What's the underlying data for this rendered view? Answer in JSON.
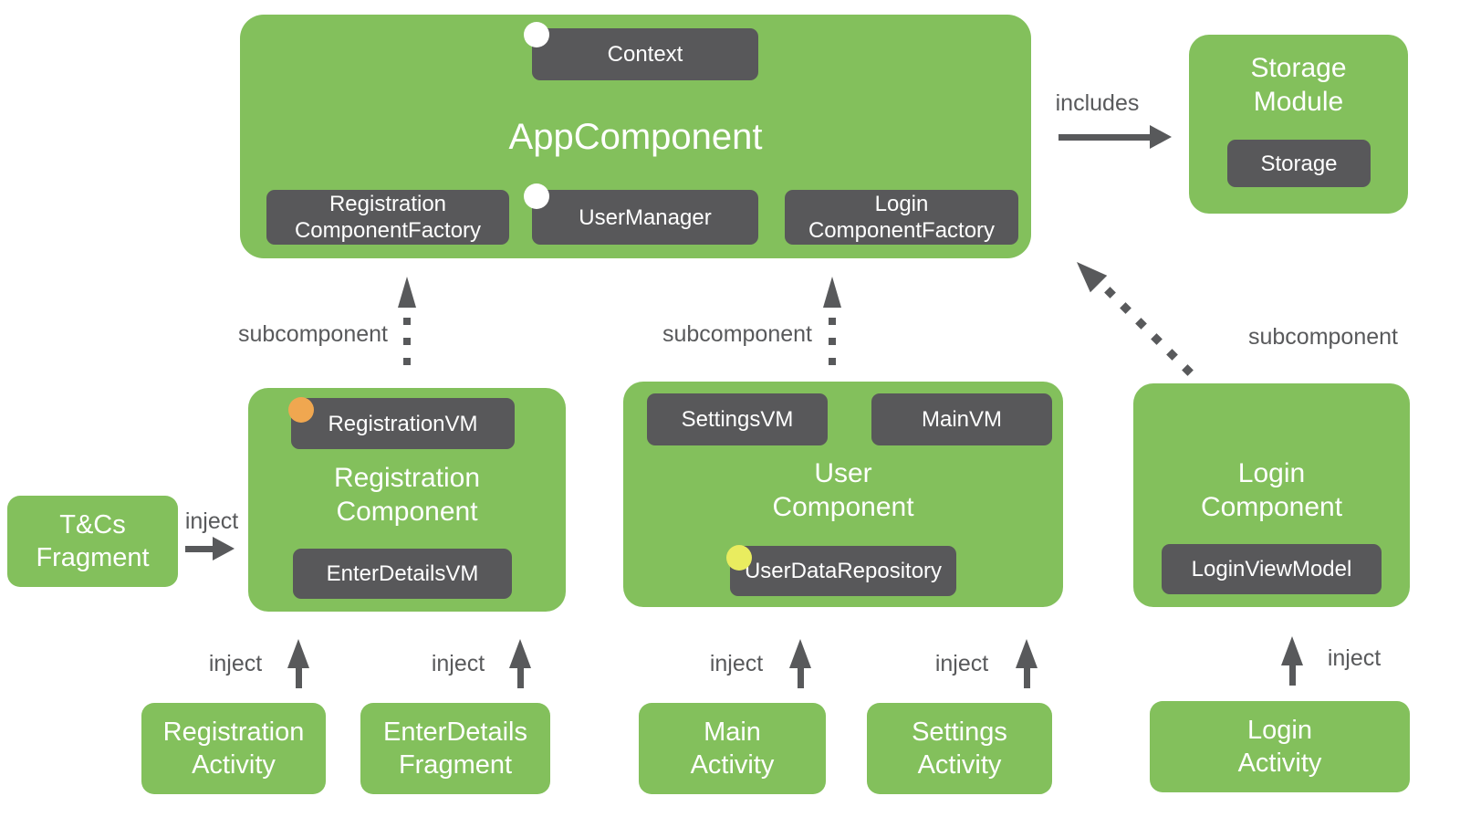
{
  "diagram": {
    "app_component": {
      "title": "AppComponent",
      "context": "Context",
      "registration_factory": "Registration\nComponentFactory",
      "user_manager": "UserManager",
      "login_factory": "Login\nComponentFactory"
    },
    "storage_module": {
      "title": "Storage\nModule",
      "storage": "Storage"
    },
    "registration_component": {
      "title": "Registration\nComponent",
      "registration_vm": "RegistrationVM",
      "enter_details_vm": "EnterDetailsVM"
    },
    "user_component": {
      "title": "User\nComponent",
      "settings_vm": "SettingsVM",
      "main_vm": "MainVM",
      "user_data_repository": "UserDataRepository"
    },
    "login_component": {
      "title": "Login\nComponent",
      "login_view_model": "LoginViewModel"
    },
    "tcs_fragment": {
      "title": "T&Cs\nFragment"
    },
    "activities": {
      "registration": "Registration\nActivity",
      "enter_details": "EnterDetails\nFragment",
      "main": "Main\nActivity",
      "settings": "Settings\nActivity",
      "login": "Login\nActivity"
    },
    "labels": {
      "includes": "includes",
      "inject": "inject",
      "subcomponent": "subcomponent"
    }
  },
  "colors": {
    "background": "#FFFFFF",
    "box_green": "#83C05C",
    "box_dark": "#58585A",
    "arrow_label_gray": "#58595B",
    "text_white": "#FFFFFF",
    "marker_white": "#FFFFFF",
    "marker_orange": "#F0A750",
    "marker_yellow": "#E9EC5F"
  }
}
